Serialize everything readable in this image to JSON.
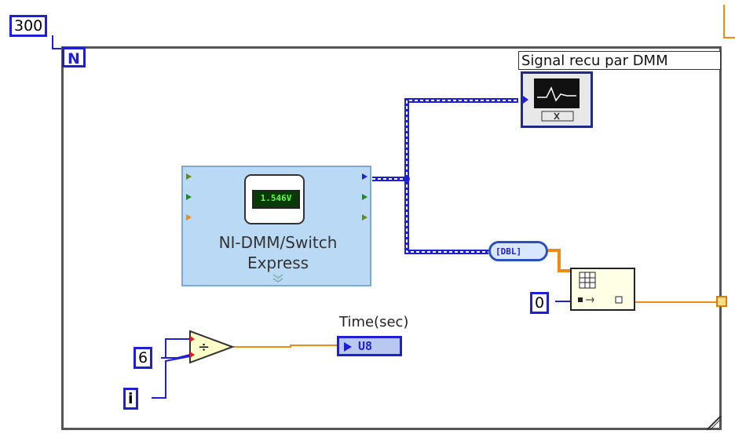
{
  "constants": {
    "count": "300",
    "divisor": "6",
    "index": "i",
    "array_index": "0"
  },
  "loop": {
    "count_terminal": "N"
  },
  "express_vi": {
    "name_line1": "NI-DMM/Switch",
    "name_line2": "Express",
    "display_value": "1.546V",
    "expand_glyph": "¡"
  },
  "graph_indicator": {
    "label": "Signal recu par DMM"
  },
  "time_indicator": {
    "label": "Time(sec)",
    "type": "U8"
  },
  "divide_node": {
    "symbol": "÷"
  },
  "convert_node": {
    "text": "[DBL]"
  },
  "colors": {
    "blue_wire": "#1f1fd6",
    "orange_wire": "#f08a10",
    "express_bg": "#b9d9f5"
  }
}
